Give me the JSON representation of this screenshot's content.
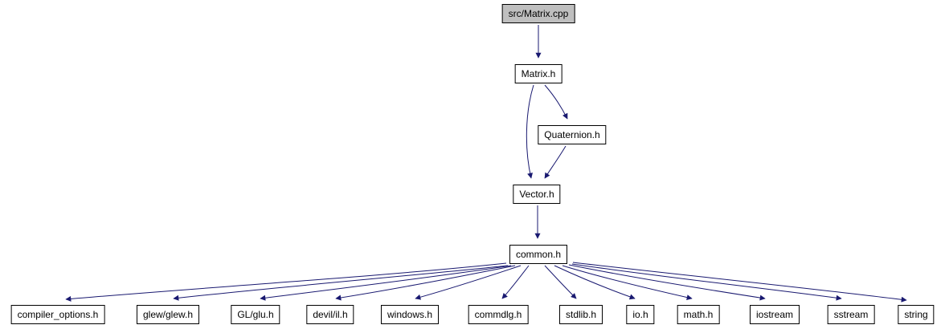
{
  "graph": {
    "nodes": [
      {
        "label": "src/Matrix.cpp",
        "role": "root"
      },
      {
        "label": "Matrix.h"
      },
      {
        "label": "Quaternion.h"
      },
      {
        "label": "Vector.h"
      },
      {
        "label": "common.h"
      },
      {
        "label": "compiler_options.h"
      },
      {
        "label": "glew/glew.h"
      },
      {
        "label": "GL/glu.h"
      },
      {
        "label": "devil/il.h"
      },
      {
        "label": "windows.h"
      },
      {
        "label": "commdlg.h"
      },
      {
        "label": "stdlib.h"
      },
      {
        "label": "io.h"
      },
      {
        "label": "math.h"
      },
      {
        "label": "iostream"
      },
      {
        "label": "sstream"
      },
      {
        "label": "string"
      }
    ],
    "edges": [
      {
        "from": "src/Matrix.cpp",
        "to": "Matrix.h"
      },
      {
        "from": "Matrix.h",
        "to": "Quaternion.h"
      },
      {
        "from": "Matrix.h",
        "to": "Vector.h"
      },
      {
        "from": "Quaternion.h",
        "to": "Vector.h"
      },
      {
        "from": "Vector.h",
        "to": "common.h"
      },
      {
        "from": "common.h",
        "to": "compiler_options.h"
      },
      {
        "from": "common.h",
        "to": "glew/glew.h"
      },
      {
        "from": "common.h",
        "to": "GL/glu.h"
      },
      {
        "from": "common.h",
        "to": "devil/il.h"
      },
      {
        "from": "common.h",
        "to": "windows.h"
      },
      {
        "from": "common.h",
        "to": "commdlg.h"
      },
      {
        "from": "common.h",
        "to": "stdlib.h"
      },
      {
        "from": "common.h",
        "to": "io.h"
      },
      {
        "from": "common.h",
        "to": "math.h"
      },
      {
        "from": "common.h",
        "to": "iostream"
      },
      {
        "from": "common.h",
        "to": "sstream"
      },
      {
        "from": "common.h",
        "to": "string"
      }
    ],
    "colors": {
      "edge": "#191970",
      "node_border": "#000000",
      "node_fill": "#ffffff",
      "root_fill": "#bfbfbf"
    }
  }
}
